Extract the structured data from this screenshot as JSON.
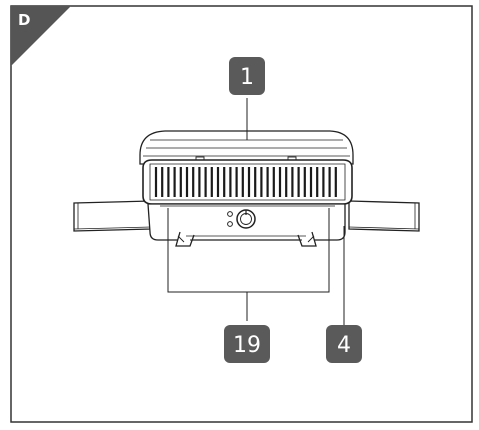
{
  "figure": {
    "panel_letter": "D",
    "callouts": [
      {
        "id": "callout-1",
        "label": "1"
      },
      {
        "id": "callout-19",
        "label": "19"
      },
      {
        "id": "callout-4",
        "label": "4"
      }
    ],
    "colors": {
      "frame": "#333333",
      "corner_tab": "#555555",
      "callout_fill": "#5a5a5a",
      "line_art": "#222222",
      "background": "#ffffff"
    }
  }
}
